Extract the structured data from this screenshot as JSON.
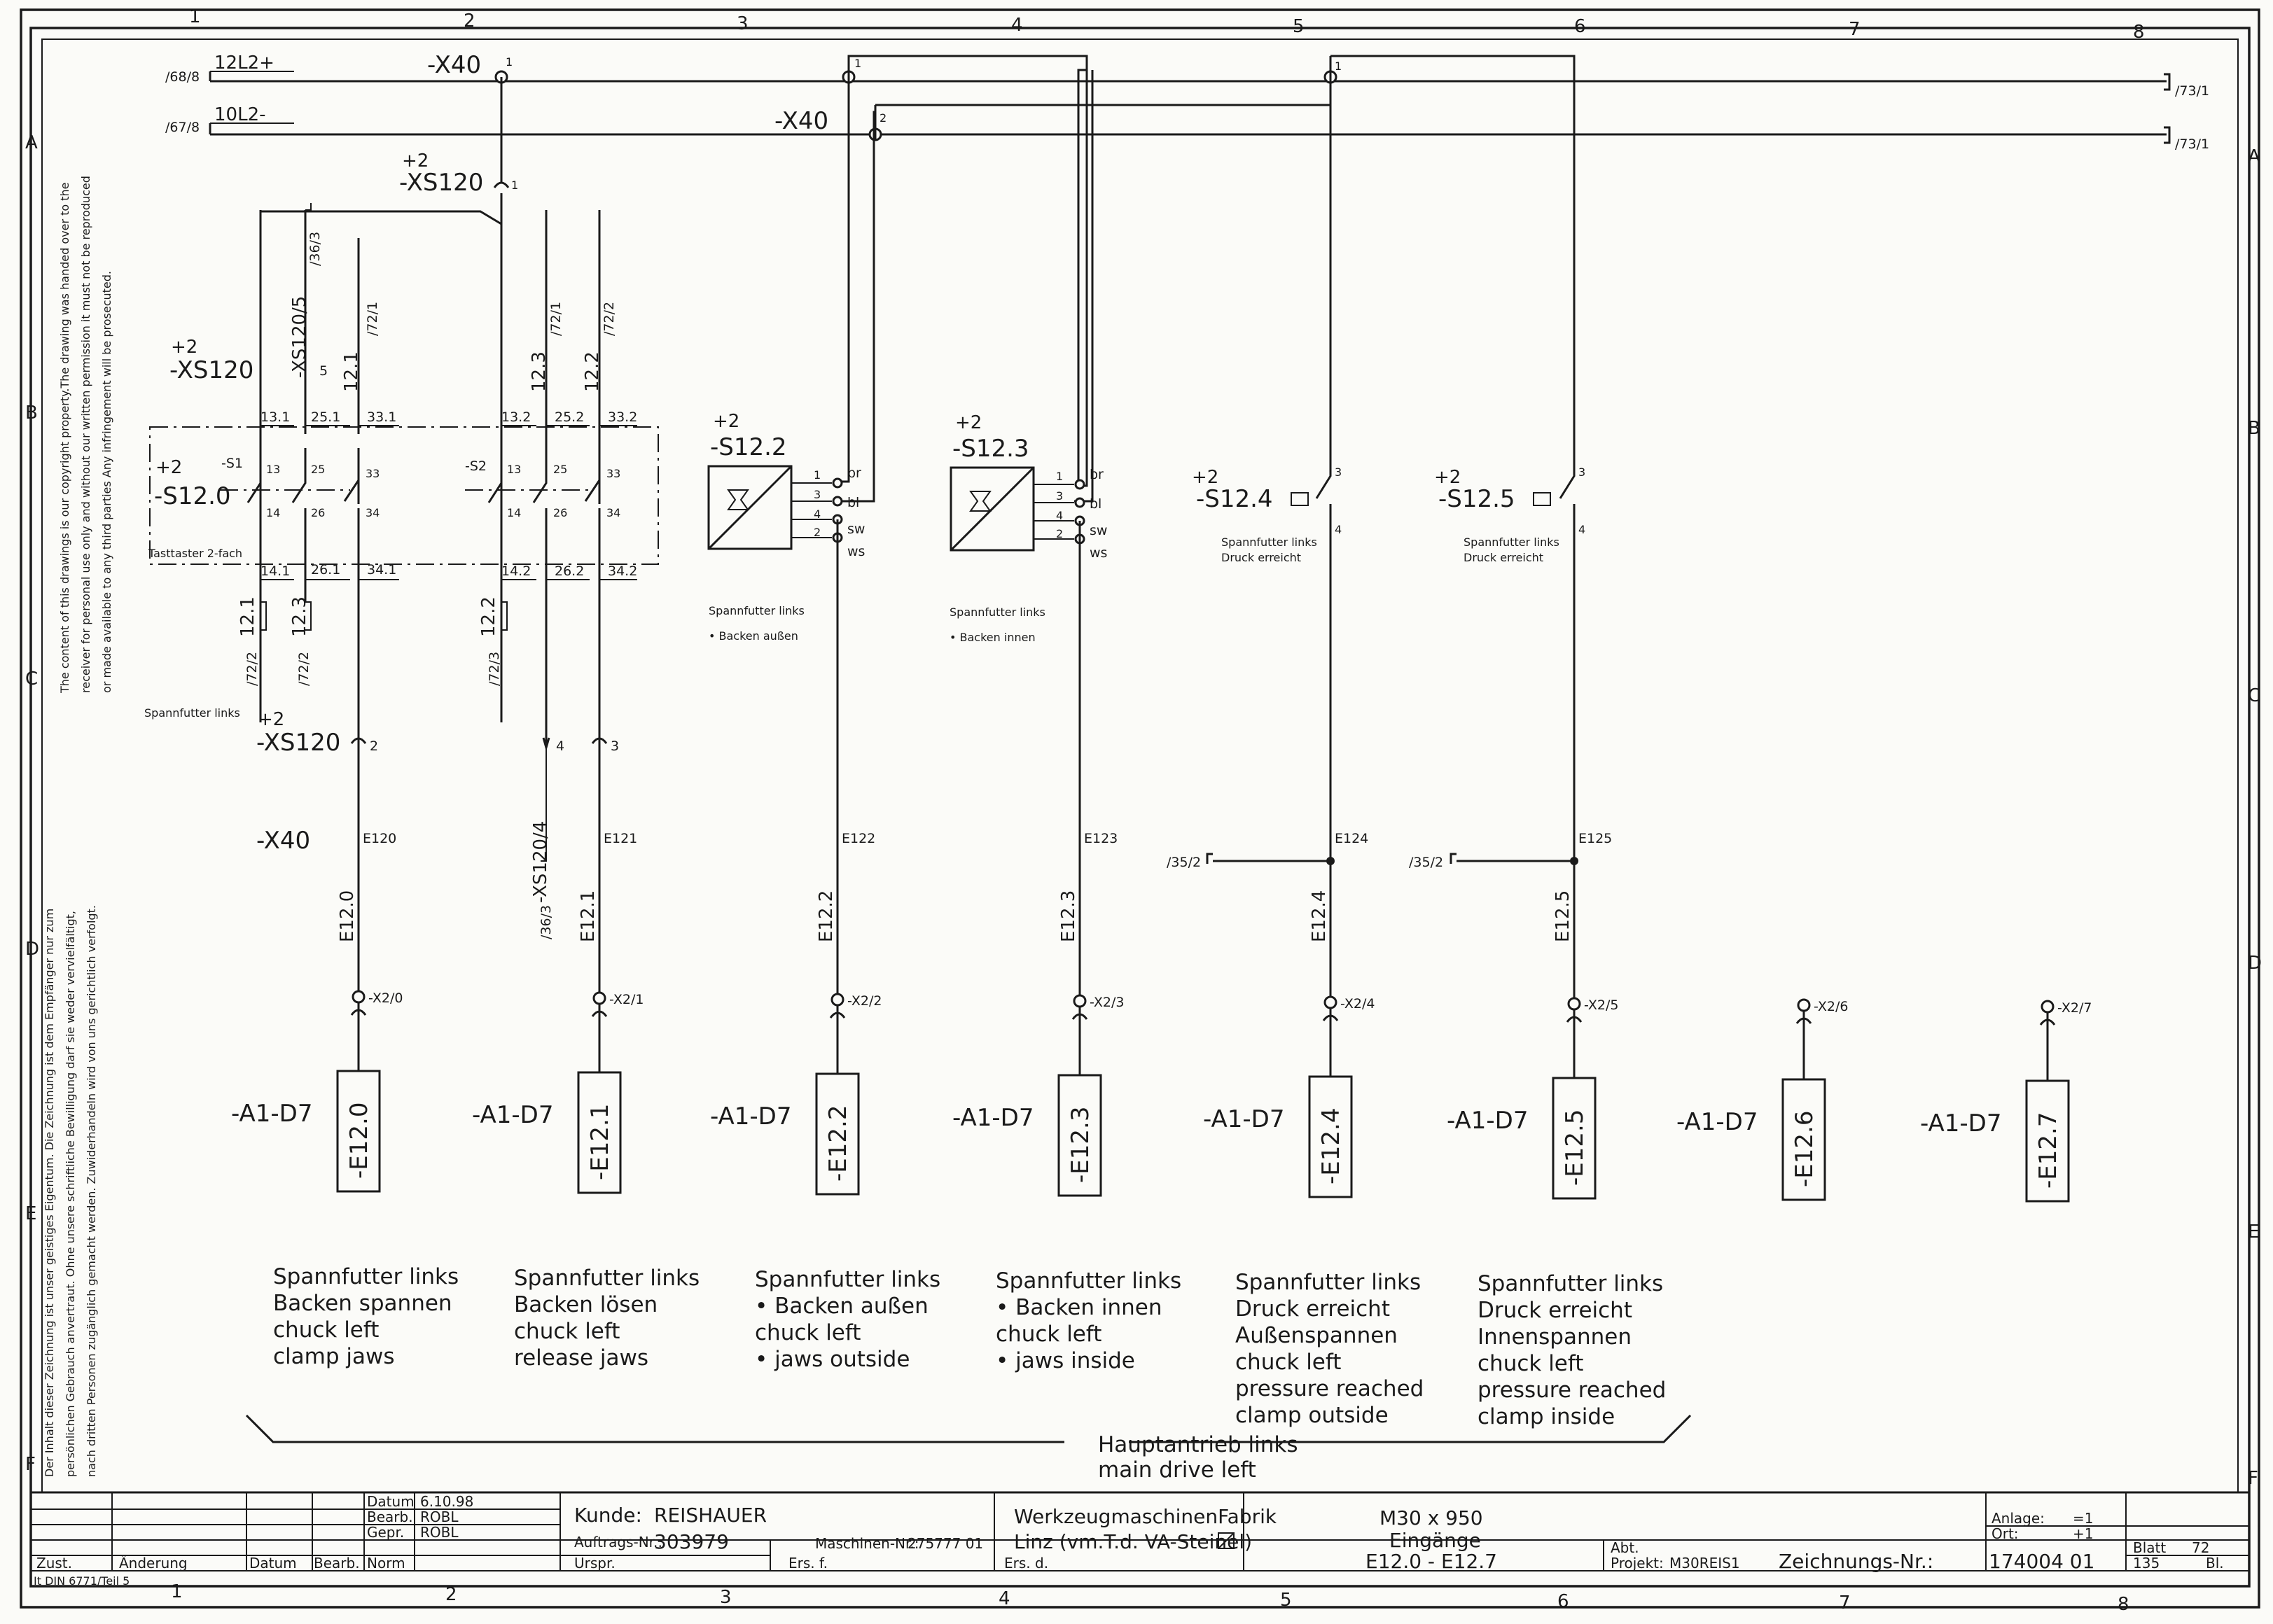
{
  "border": {
    "col_numbers": [
      "1",
      "2",
      "3",
      "4",
      "5",
      "6",
      "7",
      "8"
    ],
    "row_letters": [
      "A",
      "B",
      "C",
      "D",
      "E",
      "F"
    ]
  },
  "copyright": {
    "en_lines": [
      "The content of this drawings is our copyright property.The drawing was handed over to the",
      "receiver for personal use only and without our written permission it must not be reproduced",
      "or made available to any third parties Any infringement will be prosecuted."
    ],
    "de_lines": [
      "Der Inhalt dieser Zeichnung ist unser geistiges Eigentum. Die Zeichnung ist dem Empfänger nur zum",
      "persönlichen Gebrauch anvertraut. Ohne unsere schriftliche Bewilligung darf sie weder vervielfältigt,",
      "nach dritten Personen zugänglich gemacht werden. Zuwiderhandeln wird von uns gerichtlich verfolgt."
    ]
  },
  "rails": [
    {
      "ref": "/68/8",
      "name": "12L2+",
      "target": "/73/1"
    },
    {
      "ref": "/67/8",
      "name": "10L2-",
      "target": "/73/1"
    }
  ],
  "labels": {
    "x40_a": "-X40",
    "x40_a_pin": "1",
    "x40_b": "-X40",
    "x40_b_pin1": "1",
    "x40_b_pin2": "2",
    "x40_c_pin": "1",
    "xs120_top_plus": "+2",
    "xs120_top": "-XS120",
    "xs120_top_pin": "1",
    "xs120_left_plus": "+2",
    "xs120_left": "-XS120",
    "xs120_5": "-XS120/5",
    "xs120_5_ref": "/36/3",
    "pin5": "5",
    "ref_72_1_a": "/72/1",
    "ref_72_1_b": "/72/1",
    "ref_72_2_top": "/72/2",
    "wire_121": "12.1",
    "wire_123": "12.3",
    "wire_122_top": "12.2",
    "term_131": "13.1",
    "term_251": "25.1",
    "term_331": "33.1",
    "term_132": "13.2",
    "term_252": "25.2",
    "term_332": "33.2",
    "s120_plus": "+2",
    "s120": "-S12.0",
    "s1": "-S1",
    "s2": "-S2",
    "n13a": "13",
    "n14a": "14",
    "n25a": "25",
    "n26a": "26",
    "n33a": "33",
    "n34a": "34",
    "n13b": "13",
    "n14b": "14",
    "n25b": "25",
    "n26b": "26",
    "n33b": "33",
    "n34b": "34",
    "taster": "Tasttaster 2-fach",
    "term_141": "14.1",
    "term_261": "26.1",
    "term_341": "34.1",
    "term_142": "14.2",
    "term_262": "26.2",
    "term_342": "34.2",
    "bw_121": "12.1",
    "bw_123": "12.3",
    "bw_122": "12.2",
    "ref_72_2_a": "/72/2",
    "ref_72_2_b": "/72/2",
    "ref_72_3": "/72/3",
    "spann_small": "Spannfutter links",
    "xs120_mid_plus": "+2",
    "xs120_mid": "-XS120",
    "pin2": "2",
    "pin4": "4",
    "pin3": "3",
    "xs120_4": "-XS120/4",
    "xs120_4_ref": "/36/3",
    "x40_left": "-X40",
    "s122_plus": "+2",
    "s122": "-S12.2",
    "s123_plus": "+2",
    "s123": "-S12.3",
    "br_a": "br",
    "bl_a": "bl",
    "sw_a": "sw",
    "ws_a": "ws",
    "br_b": "br",
    "bl_b": "bl",
    "sw_b": "sw",
    "ws_b": "ws",
    "p1a": "1",
    "p3a": "3",
    "p4a": "4",
    "p2a": "2",
    "p1b": "1",
    "p3b": "3",
    "p4b": "4",
    "p2b": "2",
    "s122_d1": "Spannfutter links",
    "s122_d2": "• Backen außen",
    "s123_d1": "Spannfutter links",
    "s123_d2": "• Backen innen",
    "s124_plus": "+2",
    "s124": "-S12.4",
    "s125_plus": "+2",
    "s125": "-S12.5",
    "s124_p3": "3",
    "s124_p4": "4",
    "s125_p3": "3",
    "s125_p4": "4",
    "s124_d1": "Spannfutter links",
    "s124_d2": "Druck erreicht",
    "s125_d1": "Spannfutter links",
    "s125_d2": "Druck erreicht",
    "ref_35_2_a": "/35/2",
    "ref_35_2_b": "/35/2"
  },
  "inputs": [
    {
      "addr": "E120",
      "wire": "E12.0",
      "term": "-X2/0",
      "module": "-A1-D7",
      "channel": "-E12.0"
    },
    {
      "addr": "E121",
      "wire": "E12.1",
      "term": "-X2/1",
      "module": "-A1-D7",
      "channel": "-E12.1"
    },
    {
      "addr": "E122",
      "wire": "E12.2",
      "term": "-X2/2",
      "module": "-A1-D7",
      "channel": "-E12.2"
    },
    {
      "addr": "E123",
      "wire": "E12.3",
      "term": "-X2/3",
      "module": "-A1-D7",
      "channel": "-E12.3"
    },
    {
      "addr": "E124",
      "wire": "E12.4",
      "term": "-X2/4",
      "module": "-A1-D7",
      "channel": "-E12.4"
    },
    {
      "addr": "E125",
      "wire": "E12.5",
      "term": "-X2/5",
      "module": "-A1-D7",
      "channel": "-E12.5"
    },
    {
      "addr": "",
      "wire": "",
      "term": "-X2/6",
      "module": "-A1-D7",
      "channel": "-E12.6"
    },
    {
      "addr": "",
      "wire": "",
      "term": "-X2/7",
      "module": "-A1-D7",
      "channel": "-E12.7"
    }
  ],
  "descriptions": [
    [
      "Spannfutter links",
      "Backen spannen",
      "chuck left",
      "clamp jaws"
    ],
    [
      "Spannfutter links",
      "Backen lösen",
      "chuck left",
      "release jaws"
    ],
    [
      "Spannfutter links",
      "• Backen außen",
      "chuck left",
      "• jaws outside"
    ],
    [
      "Spannfutter links",
      "• Backen innen",
      "chuck left",
      "• jaws inside"
    ],
    [
      "Spannfutter links",
      "Druck erreicht",
      "Außenspannen",
      "chuck left",
      "pressure reached",
      "clamp outside"
    ],
    [
      "Spannfutter links",
      "Druck erreicht",
      "Innenspannen",
      "chuck left",
      "pressure reached",
      "clamp inside"
    ]
  ],
  "group": {
    "line1": "Hauptantrieb links",
    "line2": "main drive left"
  },
  "title_block": {
    "datum_label": "Datum",
    "datum": "6.10.98",
    "bearb_label": "Bearb.",
    "bearb": "RÖBL",
    "gepr_label": "Gepr.",
    "gepr": "RÖBL",
    "norm_label": "Norm",
    "zust": "Zust.",
    "aenderung": "Änderung",
    "datum_col": "Datum",
    "bearb_col": "Bearb.",
    "kunde_label": "Kunde:",
    "kunde": "REISHAUER",
    "auftrag_label": "Auftrags-Nr.:",
    "auftrag": "303979",
    "maschine_label": "Maschinen-Nr.:",
    "maschine": "275777 01",
    "urspr": "Urspr.",
    "ers_f": "Ers. f.",
    "ers_d": "Ers. d.",
    "company1": "WerkzeugmaschinenFabrik",
    "company2": "Linz (vm.T.d. VA-Steinel)",
    "title1": "M30 x 950",
    "title2": "Eingänge",
    "title3": "E12.0 - E12.7",
    "abt_label": "Abt.",
    "projekt_label": "Projekt:",
    "projekt": "M30REIS1",
    "znr_label": "Zeichnungs-Nr.:",
    "znr": "174004 01",
    "anlage_label": "Anlage:",
    "anlage": "=1",
    "ort_label": "Ort:",
    "ort": "+1",
    "blatt_label": "Blatt",
    "blatt": "72",
    "bl_total": "135",
    "bl_label": "Bl.",
    "footer_code": "It DIN 6771/Teil 5"
  }
}
